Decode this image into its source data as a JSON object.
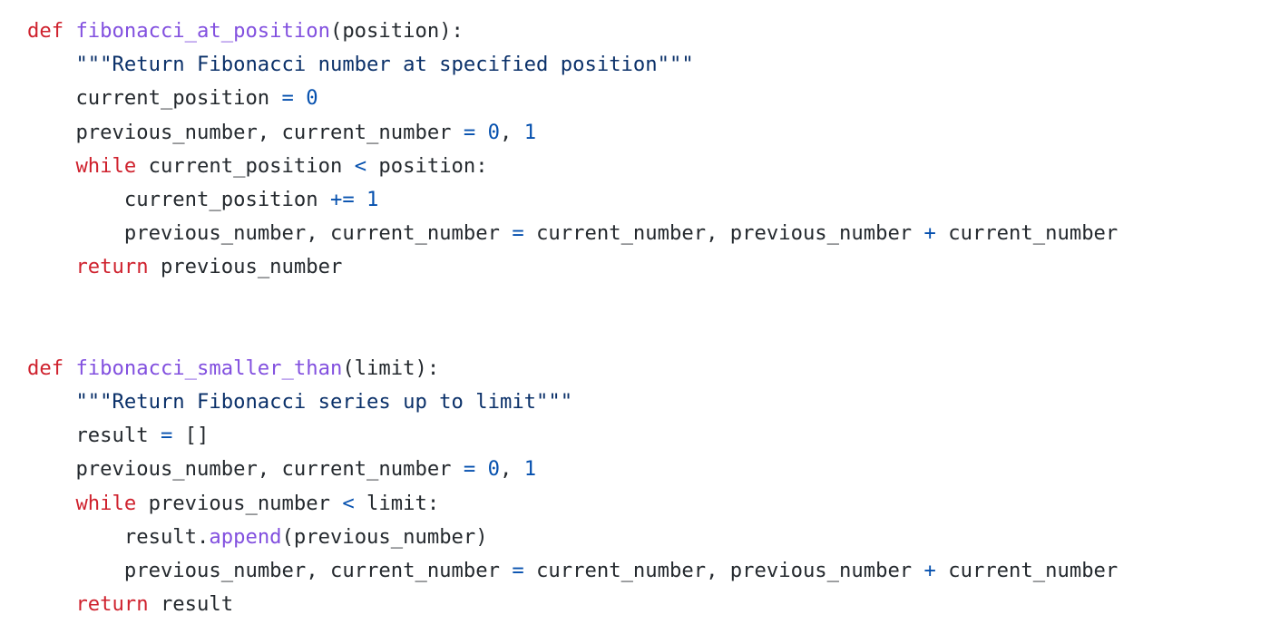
{
  "colors": {
    "background": "#ffffff",
    "keyword": "#cf222e",
    "function": "#8250df",
    "string": "#0a3069",
    "number": "#0550ae",
    "operator": "#0550ae",
    "text": "#24292e"
  },
  "code": {
    "language": "python",
    "lines": [
      [
        [
          "kw",
          "def"
        ],
        [
          "ws",
          " "
        ],
        [
          "fn",
          "fibonacci_at_position"
        ],
        [
          "pun",
          "(position):"
        ]
      ],
      [
        [
          "ws",
          "    "
        ],
        [
          "str",
          "\"\"\"Return Fibonacci number at specified position\"\"\""
        ]
      ],
      [
        [
          "ws",
          "    "
        ],
        [
          "id",
          "current_position "
        ],
        [
          "op",
          "="
        ],
        [
          "ws",
          " "
        ],
        [
          "num",
          "0"
        ]
      ],
      [
        [
          "ws",
          "    "
        ],
        [
          "id",
          "previous_number, current_number "
        ],
        [
          "op",
          "="
        ],
        [
          "ws",
          " "
        ],
        [
          "num",
          "0"
        ],
        [
          "pun",
          ", "
        ],
        [
          "num",
          "1"
        ]
      ],
      [
        [
          "ws",
          "    "
        ],
        [
          "kw",
          "while"
        ],
        [
          "ws",
          " "
        ],
        [
          "id",
          "current_position "
        ],
        [
          "op",
          "<"
        ],
        [
          "ws",
          " "
        ],
        [
          "id",
          "position:"
        ]
      ],
      [
        [
          "ws",
          "        "
        ],
        [
          "id",
          "current_position "
        ],
        [
          "op",
          "+="
        ],
        [
          "ws",
          " "
        ],
        [
          "num",
          "1"
        ]
      ],
      [
        [
          "ws",
          "        "
        ],
        [
          "id",
          "previous_number, current_number "
        ],
        [
          "op",
          "="
        ],
        [
          "ws",
          " "
        ],
        [
          "id",
          "current_number, previous_number "
        ],
        [
          "op",
          "+"
        ],
        [
          "ws",
          " "
        ],
        [
          "id",
          "current_number"
        ]
      ],
      [
        [
          "ws",
          "    "
        ],
        [
          "kw",
          "return"
        ],
        [
          "ws",
          " "
        ],
        [
          "id",
          "previous_number"
        ]
      ],
      [],
      [],
      [
        [
          "kw",
          "def"
        ],
        [
          "ws",
          " "
        ],
        [
          "fn",
          "fibonacci_smaller_than"
        ],
        [
          "pun",
          "(limit):"
        ]
      ],
      [
        [
          "ws",
          "    "
        ],
        [
          "str",
          "\"\"\"Return Fibonacci series up to limit\"\"\""
        ]
      ],
      [
        [
          "ws",
          "    "
        ],
        [
          "id",
          "result "
        ],
        [
          "op",
          "="
        ],
        [
          "ws",
          " "
        ],
        [
          "pun",
          "[]"
        ]
      ],
      [
        [
          "ws",
          "    "
        ],
        [
          "id",
          "previous_number, current_number "
        ],
        [
          "op",
          "="
        ],
        [
          "ws",
          " "
        ],
        [
          "num",
          "0"
        ],
        [
          "pun",
          ", "
        ],
        [
          "num",
          "1"
        ]
      ],
      [
        [
          "ws",
          "    "
        ],
        [
          "kw",
          "while"
        ],
        [
          "ws",
          " "
        ],
        [
          "id",
          "previous_number "
        ],
        [
          "op",
          "<"
        ],
        [
          "ws",
          " "
        ],
        [
          "id",
          "limit:"
        ]
      ],
      [
        [
          "ws",
          "        "
        ],
        [
          "id",
          "result."
        ],
        [
          "fn",
          "append"
        ],
        [
          "pun",
          "(previous_number)"
        ]
      ],
      [
        [
          "ws",
          "        "
        ],
        [
          "id",
          "previous_number, current_number "
        ],
        [
          "op",
          "="
        ],
        [
          "ws",
          " "
        ],
        [
          "id",
          "current_number, previous_number "
        ],
        [
          "op",
          "+"
        ],
        [
          "ws",
          " "
        ],
        [
          "id",
          "current_number"
        ]
      ],
      [
        [
          "ws",
          "    "
        ],
        [
          "kw",
          "return"
        ],
        [
          "ws",
          " "
        ],
        [
          "id",
          "result"
        ]
      ]
    ]
  }
}
